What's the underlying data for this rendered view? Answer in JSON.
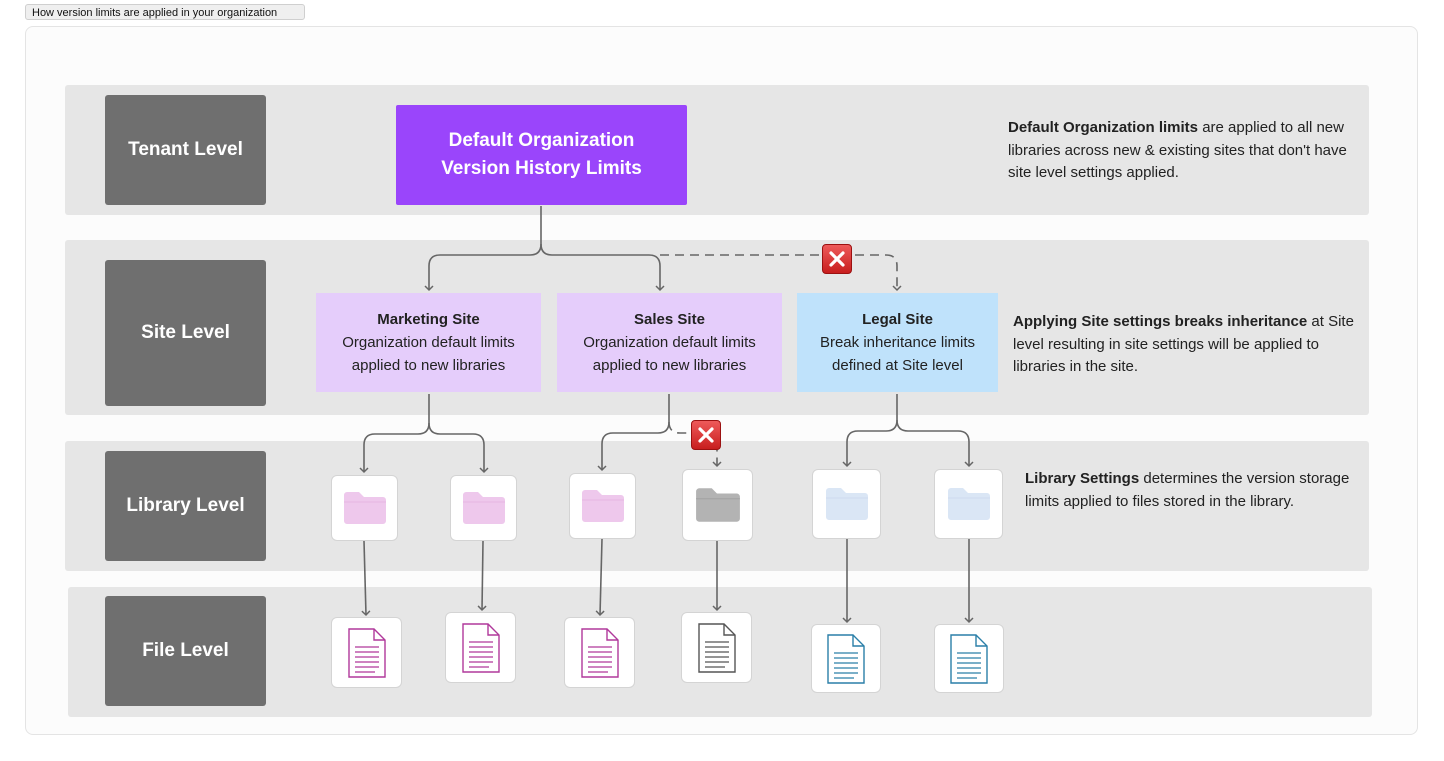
{
  "window": {
    "tab_title": "How version limits are applied in your organization"
  },
  "levels": {
    "tenant": "Tenant Level",
    "site": "Site Level",
    "library": "Library Level",
    "file": "File Level"
  },
  "root": {
    "line1": "Default Organization",
    "line2": "Version History Limits"
  },
  "sites": [
    {
      "title": "Marketing Site",
      "line1": "Organization default limits",
      "line2": "applied to new libraries"
    },
    {
      "title": "Sales Site",
      "line1": "Organization default limits",
      "line2": "applied to new libraries"
    },
    {
      "title": "Legal Site",
      "line1": "Break inheritance limits",
      "line2": "defined at Site level"
    }
  ],
  "descriptions": {
    "tenant": {
      "bold": "Default Organization limits",
      "rest": " are applied to all new libraries across new & existing sites that don't have site level settings applied."
    },
    "site": {
      "bold": "Applying Site settings breaks inheritance",
      "rest": " at Site level resulting in site settings will be applied to libraries in the site."
    },
    "library": {
      "bold": "Library Settings",
      "rest": " determines the version storage limits applied to files stored in the library."
    }
  },
  "colors": {
    "level_box": "#6f6f6f",
    "band": "#e6e6e6",
    "root": "#9a45fb",
    "site_default": "#e5cdfb",
    "site_legal": "#bfe2fb",
    "folder_pink": "#eec8ec",
    "folder_gray": "#b3b3b3",
    "folder_blue": "#dae6f5",
    "file_magenta": "#b0389b",
    "file_gray": "#555555",
    "file_blue": "#2a7fa8",
    "blocked": "#d12a2a"
  },
  "icons": {
    "library": [
      "folder-icon-pink",
      "folder-icon-pink",
      "folder-icon-pink",
      "folder-icon-gray",
      "folder-icon-blue",
      "folder-icon-blue"
    ],
    "file": [
      "document-icon-magenta",
      "document-icon-magenta",
      "document-icon-magenta",
      "document-icon-gray",
      "document-icon-blue",
      "document-icon-blue"
    ],
    "blocked": "x-mark-icon"
  }
}
